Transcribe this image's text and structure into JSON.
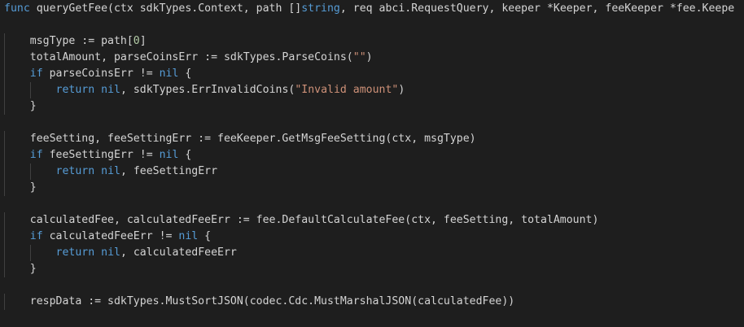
{
  "colors": {
    "background": "#1e1e1e",
    "text": "#d4d4d4",
    "keyword": "#569cd6",
    "control": "#c586c0",
    "string": "#ce9178",
    "number": "#b5cea8"
  },
  "lines": [
    [
      {
        "t": "func",
        "c": "kw"
      },
      {
        "t": " queryGetFee(ctx sdkTypes.Context, path []",
        "c": "txt"
      },
      {
        "t": "string",
        "c": "kw"
      },
      {
        "t": ", req abci.RequestQuery, keeper ",
        "c": "txt"
      },
      {
        "t": "*",
        "c": "op"
      },
      {
        "t": "Keeper, feeKeeper ",
        "c": "txt"
      },
      {
        "t": "*",
        "c": "op"
      },
      {
        "t": "fee.Keepe",
        "c": "txt"
      }
    ],
    [],
    [
      {
        "t": "    msgType := path[",
        "c": "txt"
      },
      {
        "t": "0",
        "c": "num"
      },
      {
        "t": "]",
        "c": "txt"
      }
    ],
    [
      {
        "t": "    totalAmount, parseCoinsErr := sdkTypes.ParseCoins(",
        "c": "txt"
      },
      {
        "t": "\"\"",
        "c": "str"
      },
      {
        "t": ")",
        "c": "txt"
      }
    ],
    [
      {
        "t": "    ",
        "c": "txt"
      },
      {
        "t": "if",
        "c": "kw"
      },
      {
        "t": " parseCoinsErr != ",
        "c": "txt"
      },
      {
        "t": "nil",
        "c": "kw"
      },
      {
        "t": " {",
        "c": "txt"
      }
    ],
    [
      {
        "t": "        ",
        "c": "txt"
      },
      {
        "t": "return",
        "c": "kw"
      },
      {
        "t": " ",
        "c": "txt"
      },
      {
        "t": "nil",
        "c": "kw"
      },
      {
        "t": ", sdkTypes.ErrInvalidCoins(",
        "c": "txt"
      },
      {
        "t": "\"Invalid amount\"",
        "c": "str"
      },
      {
        "t": ")",
        "c": "txt"
      }
    ],
    [
      {
        "t": "    }",
        "c": "txt"
      }
    ],
    [],
    [
      {
        "t": "    feeSetting, feeSettingErr := feeKeeper.GetMsgFeeSetting(ctx, msgType)",
        "c": "txt"
      }
    ],
    [
      {
        "t": "    ",
        "c": "txt"
      },
      {
        "t": "if",
        "c": "kw"
      },
      {
        "t": " feeSettingErr != ",
        "c": "txt"
      },
      {
        "t": "nil",
        "c": "kw"
      },
      {
        "t": " {",
        "c": "txt"
      }
    ],
    [
      {
        "t": "        ",
        "c": "txt"
      },
      {
        "t": "return",
        "c": "kw"
      },
      {
        "t": " ",
        "c": "txt"
      },
      {
        "t": "nil",
        "c": "kw"
      },
      {
        "t": ", feeSettingErr",
        "c": "txt"
      }
    ],
    [
      {
        "t": "    }",
        "c": "txt"
      }
    ],
    [],
    [
      {
        "t": "    calculatedFee, calculatedFeeErr := fee.DefaultCalculateFee(ctx, feeSetting, totalAmount)",
        "c": "txt"
      }
    ],
    [
      {
        "t": "    ",
        "c": "txt"
      },
      {
        "t": "if",
        "c": "kw"
      },
      {
        "t": " calculatedFeeErr != ",
        "c": "txt"
      },
      {
        "t": "nil",
        "c": "kw"
      },
      {
        "t": " {",
        "c": "txt"
      }
    ],
    [
      {
        "t": "        ",
        "c": "txt"
      },
      {
        "t": "return",
        "c": "kw"
      },
      {
        "t": " ",
        "c": "txt"
      },
      {
        "t": "nil",
        "c": "kw"
      },
      {
        "t": ", calculatedFeeErr",
        "c": "txt"
      }
    ],
    [
      {
        "t": "    }",
        "c": "txt"
      }
    ],
    [],
    [
      {
        "t": "    respData := sdkTypes.MustSortJSON(codec.Cdc.MustMarshalJSON(calculatedFee))",
        "c": "txt"
      }
    ]
  ]
}
